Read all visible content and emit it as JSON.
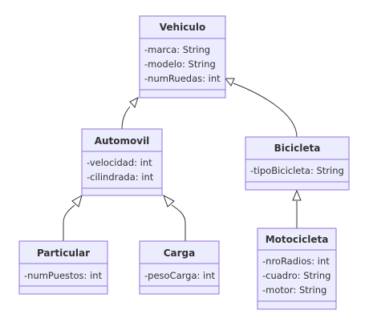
{
  "classes": {
    "vehiculo": {
      "name": "Vehiculo",
      "attributes": [
        "-marca: String",
        "-modelo: String",
        "-numRuedas: int"
      ]
    },
    "automovil": {
      "name": "Automovil",
      "attributes": [
        "-velocidad: int",
        "-cilindrada: int"
      ]
    },
    "bicicleta": {
      "name": "Bicicleta",
      "attributes": [
        "-tipoBicicleta: String"
      ]
    },
    "particular": {
      "name": "Particular",
      "attributes": [
        "-numPuestos: int"
      ]
    },
    "carga": {
      "name": "Carga",
      "attributes": [
        "-pesoCarga: int"
      ]
    },
    "motocicleta": {
      "name": "Motocicleta",
      "attributes": [
        "-nroRadios: int",
        "-cuadro: String",
        "-motor: String"
      ]
    }
  },
  "relations": [
    {
      "type": "inheritance",
      "from": "automovil",
      "to": "vehiculo"
    },
    {
      "type": "inheritance",
      "from": "bicicleta",
      "to": "vehiculo"
    },
    {
      "type": "inheritance",
      "from": "particular",
      "to": "automovil"
    },
    {
      "type": "inheritance",
      "from": "carga",
      "to": "automovil"
    },
    {
      "type": "inheritance",
      "from": "motocicleta",
      "to": "bicicleta"
    }
  ],
  "colors": {
    "box_fill": "#ECECFF",
    "box_stroke": "#9370DB",
    "text": "#333333",
    "edge": "#333333"
  }
}
